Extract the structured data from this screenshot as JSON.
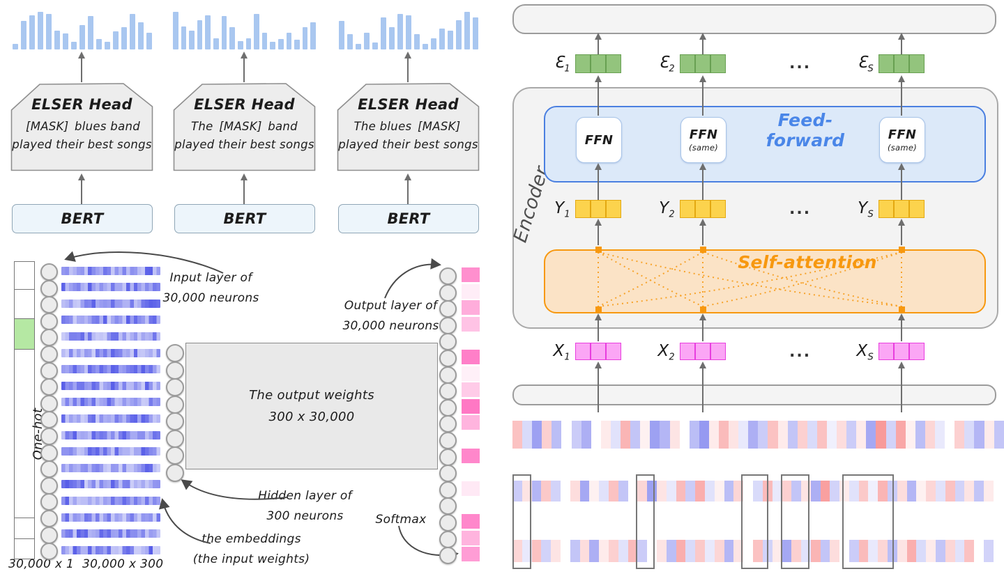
{
  "colors": {
    "bar_blue": "#a9c7f0",
    "mask_pink": "#f9d4f4",
    "embed_blue": "#5a60e8",
    "onehot_green": "#b5e8a3",
    "prob_pink": "#ff69be",
    "e_green": "#93c47d",
    "e_green_border": "#68a052",
    "y_gold": "#fcd34d",
    "y_gold_border": "#e3a811",
    "x_magenta": "#fba6f5",
    "x_magenta_border": "#e83ede",
    "ff_blue": "#4a86e8",
    "attn_orange": "#f7980f",
    "heat_red": "#f67878",
    "heat_blue": "#696eeb"
  },
  "masked_lm": {
    "units": [
      {
        "title": "ELSER Head",
        "line1_pre": "",
        "mask": "[MASK]",
        "line1_post": " blues band",
        "line2": "played their best songs",
        "bert": "BERT",
        "bars": [
          0.15,
          0.75,
          0.9,
          1,
          0.95,
          0.5,
          0.42,
          0.2,
          0.65,
          0.88,
          0.28,
          0.2,
          0.48,
          0.6,
          0.95,
          0.72,
          0.45
        ]
      },
      {
        "title": "ELSER Head",
        "line1_pre": "The ",
        "mask": "[MASK]",
        "line1_post": " band",
        "line2": "played their best songs",
        "bert": "BERT",
        "bars": [
          1,
          0.62,
          0.5,
          0.78,
          0.9,
          0.3,
          0.88,
          0.6,
          0.22,
          0.3,
          0.95,
          0.45,
          0.2,
          0.28,
          0.45,
          0.25,
          0.6,
          0.72
        ]
      },
      {
        "title": "ELSER Head",
        "line1_pre": "The blues ",
        "mask": "[MASK]",
        "line1_post": "",
        "line2": "played their best songs",
        "bert": "BERT",
        "bars": [
          0.75,
          0.4,
          0.15,
          0.45,
          0.18,
          0.85,
          0.6,
          0.95,
          0.9,
          0.4,
          0.15,
          0.3,
          0.55,
          0.5,
          0.78,
          1,
          0.85
        ]
      }
    ]
  },
  "word2vec": {
    "one_hot_label": "One-hot",
    "dim_input": "30,000 x 1",
    "dim_embed": "30,000 x 300",
    "ann_input": [
      "Input layer of",
      "30,000 neurons"
    ],
    "ann_output": [
      "Output layer of",
      "30,000 neurons"
    ],
    "weights_box": [
      "The output weights",
      "300 x 30,000"
    ],
    "ann_hidden": [
      "Hidden layer of",
      "300 neurons"
    ],
    "ann_embed": [
      "the embeddings",
      "(the input weights)"
    ],
    "softmax": "Softmax",
    "input_neurons": 18,
    "hidden_neurons": 8,
    "output_neurons": 18,
    "output_probs": [
      0.75,
      0.12,
      0.55,
      0.4,
      0,
      0.85,
      0.1,
      0.35,
      0.9,
      0.5,
      0,
      0.8,
      0,
      0.15,
      0,
      0.8,
      0.5,
      0.65
    ]
  },
  "encoder": {
    "label": "Encoder",
    "feed_forward": "Feed-forward",
    "self_attention": "Self-attention",
    "dots": "...",
    "ffn": [
      {
        "t": "FFN",
        "sub": ""
      },
      {
        "t": "FFN",
        "sub": "(same)"
      },
      {
        "t": "FFN",
        "sub": "(same)"
      }
    ],
    "rows": [
      {
        "letter": "Ɛ",
        "subs": [
          "1",
          "2",
          "S"
        ]
      },
      {
        "letter": "Y",
        "subs": [
          "1",
          "2",
          "S"
        ]
      },
      {
        "letter": "X",
        "subs": [
          "1",
          "2",
          "S"
        ]
      }
    ]
  },
  "heatmaps": {
    "strip1": [
      0.45,
      -0.25,
      -0.65,
      0.35,
      -0.45,
      0,
      -0.35,
      -0.55,
      0,
      0.15,
      -0.2,
      0.55,
      -0.4,
      0.1,
      -0.65,
      -0.5,
      0.2,
      0,
      -0.45,
      -0.7,
      0.15,
      0.5,
      0.2,
      -0.15,
      -0.55,
      -0.35,
      0.45,
      0.15,
      -0.4,
      0.35,
      -0.25,
      0.45,
      -0.1,
      0.25,
      -0.35,
      0.15,
      -0.6,
      0.75,
      -0.3,
      0.65,
      0.1,
      -0.45,
      0.3,
      -0.15,
      0,
      0.35,
      -0.25,
      -0.5,
      0.15,
      -0.4
    ],
    "strip2": [
      -0.35,
      0.2,
      -0.5,
      0.4,
      -0.3,
      0,
      0.25,
      -0.6,
      0.1,
      -0.2,
      0.45,
      -0.4,
      0,
      0.3,
      -0.65,
      0.2,
      -0.15,
      0.5,
      -0.35,
      0.6,
      -0.2,
      0.1,
      -0.45,
      0.3,
      0,
      -0.25,
      0.5,
      -0.15,
      0.35,
      -0.4,
      0.2,
      -0.55,
      0.7,
      -0.3,
      0.15,
      -0.2,
      0.4,
      -0.1,
      0.55,
      -0.35,
      0.25,
      -0.5,
      0.1,
      0.3,
      -0.2,
      0.45,
      -0.3,
      0.2,
      -0.4,
      0.15
    ],
    "strip3": [
      0.3,
      -0.15,
      0.45,
      -0.3,
      0.2,
      0,
      -0.4,
      0.25,
      -0.55,
      0.15,
      0.35,
      -0.2,
      0.5,
      -0.35,
      0,
      0.2,
      -0.45,
      0.6,
      -0.25,
      0.4,
      -0.15,
      0.3,
      -0.5,
      0.2,
      0,
      0.45,
      -0.3,
      0.15,
      -0.6,
      0.35,
      -0.2,
      0.55,
      -0.4,
      0.25,
      0,
      -0.35,
      0.5,
      -0.15,
      0.3,
      -0.45,
      0.2,
      0.6,
      -0.25,
      0.15,
      -0.4,
      0.3,
      -0.2,
      0.45,
      0,
      -0.3
    ]
  }
}
